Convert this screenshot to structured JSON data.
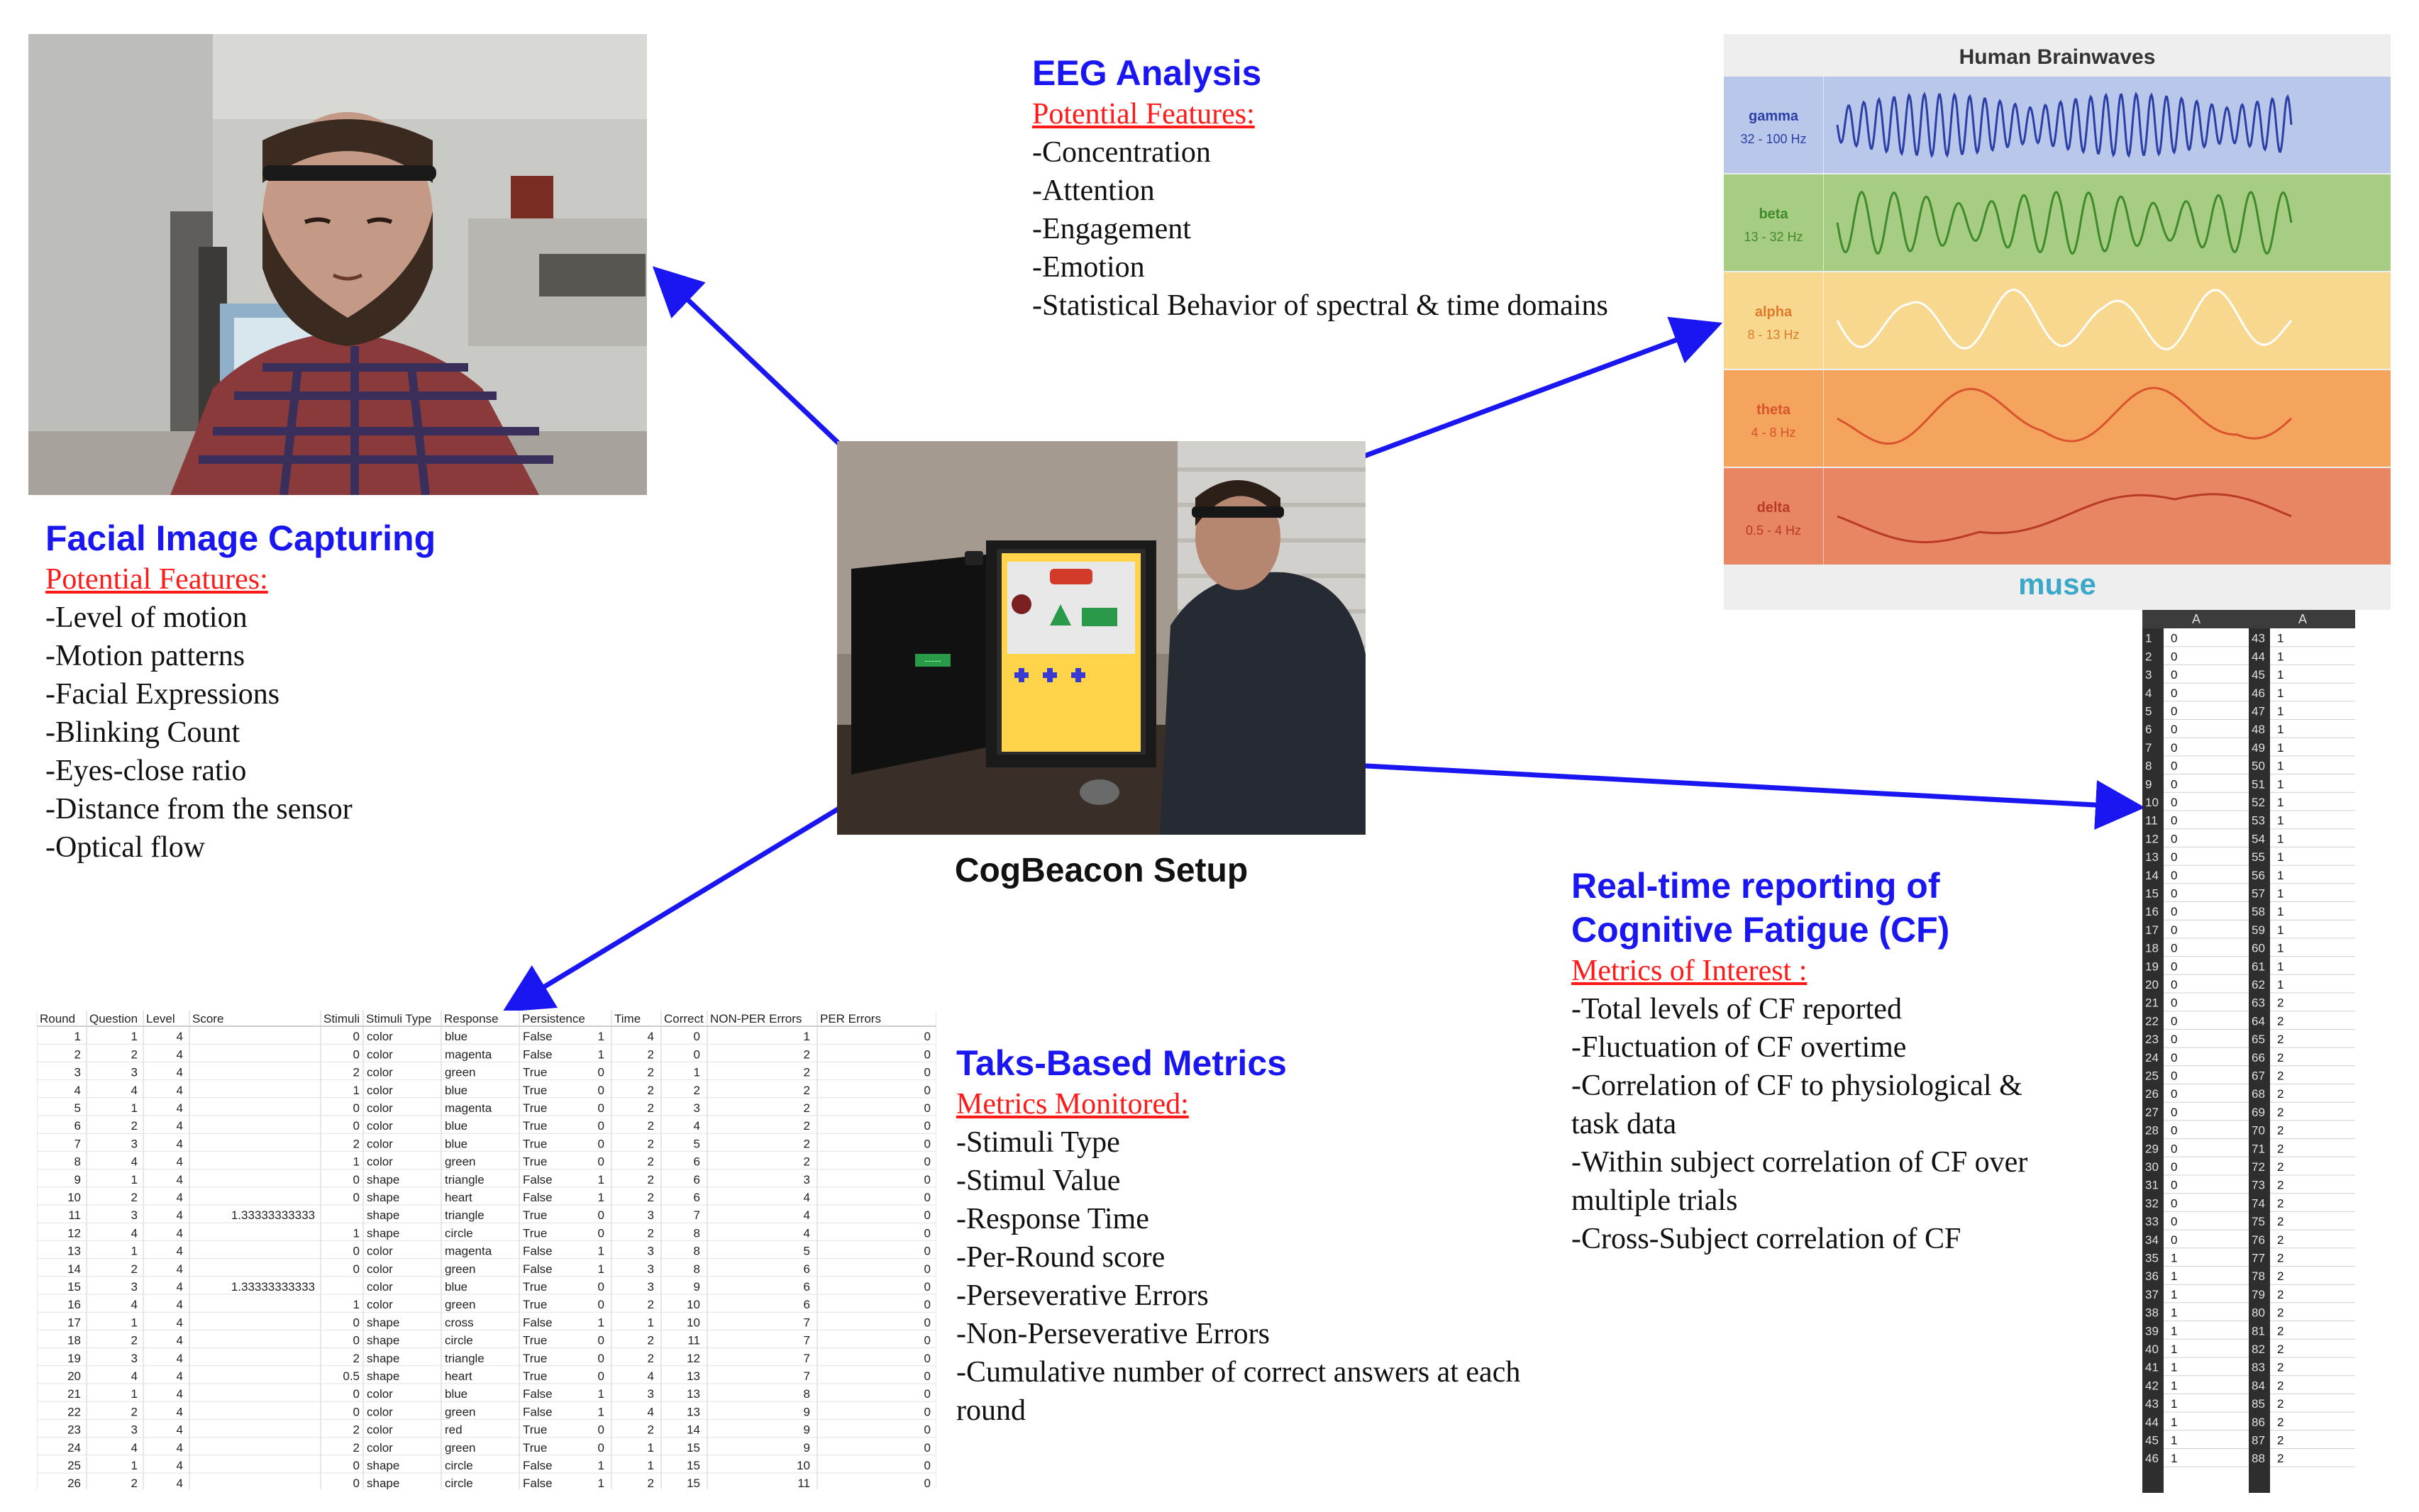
{
  "eeg": {
    "title": "EEG Analysis",
    "subtitle": "Potential Features:",
    "items": [
      "-Concentration",
      "-Attention",
      "-Engagement",
      "-Emotion",
      "-Statistical Behavior of spectral & time domains"
    ]
  },
  "facial": {
    "title": "Facial Image Capturing",
    "subtitle": "Potential Features:",
    "items": [
      "-Level of motion",
      "-Motion patterns",
      "-Facial Expressions",
      "-Blinking Count",
      "-Eyes-close ratio",
      "-Distance from the sensor",
      "-Optical flow"
    ]
  },
  "setup": {
    "caption": "CogBeacon Setup"
  },
  "task": {
    "title": "Taks-Based Metrics",
    "subtitle": "Metrics Monitored:",
    "items": [
      "-Stimuli Type",
      "-Stimul Value",
      "-Response Time",
      "-Per-Round score",
      "-Perseverative Errors",
      "-Non-Perseverative Errors",
      "-Cumulative number of correct answers at each",
      "round"
    ]
  },
  "cf": {
    "title_line1": "Real-time reporting of",
    "title_line2": "Cognitive Fatigue (CF)",
    "subtitle": "Metrics of Interest :",
    "items": [
      "-Total levels of CF reported",
      "-Fluctuation of CF overtime",
      "-Correlation of CF to physiological &",
      "task data",
      "-Within subject correlation of CF over",
      "multiple trials",
      "-Cross-Subject correlation of CF"
    ]
  },
  "brainwaves": {
    "title": "Human Brainwaves",
    "logo": "muse",
    "bands": [
      {
        "name": "gamma",
        "range": "32 - 100 Hz",
        "color": "#b9c8ea",
        "wave": "#2b3fa6",
        "freq": 60
      },
      {
        "name": "beta",
        "range": "13 - 32 Hz",
        "color": "#a7cc83",
        "wave": "#3f8a2a",
        "freq": 28
      },
      {
        "name": "alpha",
        "range": "8 - 13 Hz",
        "color": "#f7d88e",
        "wave": "#ffffff",
        "freq": 9
      },
      {
        "name": "theta",
        "range": "4 - 8 Hz",
        "color": "#f4a45c",
        "wave": "#d9532e",
        "freq": 5
      },
      {
        "name": "delta",
        "range": "0.5 - 4 Hz",
        "color": "#e88563",
        "wave": "#b83a25",
        "freq": 2
      }
    ]
  },
  "task_table": {
    "headers": [
      "Round",
      "Question",
      "Level",
      "Score",
      "Stimuli",
      "Stimuli Type",
      "Response",
      "Persistence",
      "Time",
      "Correct",
      "NON-PER Errors",
      "PER Errors"
    ],
    "rows": [
      [
        "1",
        "1",
        "4",
        "",
        "0",
        "color",
        "blue",
        "False",
        "1",
        "4",
        "0",
        "1",
        "0"
      ],
      [
        "2",
        "2",
        "4",
        "",
        "0",
        "color",
        "magenta",
        "False",
        "1",
        "2",
        "0",
        "2",
        "0"
      ],
      [
        "3",
        "3",
        "4",
        "",
        "2",
        "color",
        "green",
        "True",
        "0",
        "2",
        "1",
        "2",
        "0"
      ],
      [
        "4",
        "4",
        "4",
        "",
        "1",
        "color",
        "blue",
        "True",
        "0",
        "2",
        "2",
        "2",
        "0"
      ],
      [
        "5",
        "1",
        "4",
        "",
        "0",
        "color",
        "magenta",
        "True",
        "0",
        "2",
        "3",
        "2",
        "0"
      ],
      [
        "6",
        "2",
        "4",
        "",
        "0",
        "color",
        "blue",
        "True",
        "0",
        "2",
        "4",
        "2",
        "0"
      ],
      [
        "7",
        "3",
        "4",
        "",
        "2",
        "color",
        "blue",
        "True",
        "0",
        "2",
        "5",
        "2",
        "0"
      ],
      [
        "8",
        "4",
        "4",
        "",
        "1",
        "color",
        "green",
        "True",
        "0",
        "2",
        "6",
        "2",
        "0"
      ],
      [
        "9",
        "1",
        "4",
        "",
        "0",
        "shape",
        "triangle",
        "False",
        "1",
        "2",
        "6",
        "3",
        "0"
      ],
      [
        "10",
        "2",
        "4",
        "",
        "0",
        "shape",
        "heart",
        "False",
        "1",
        "2",
        "6",
        "4",
        "0"
      ],
      [
        "11",
        "3",
        "4",
        "1.33333333333",
        "",
        "shape",
        "triangle",
        "True",
        "0",
        "3",
        "7",
        "4",
        "0"
      ],
      [
        "12",
        "4",
        "4",
        "",
        "1",
        "shape",
        "circle",
        "True",
        "0",
        "2",
        "8",
        "4",
        "0"
      ],
      [
        "13",
        "1",
        "4",
        "",
        "0",
        "color",
        "magenta",
        "False",
        "1",
        "3",
        "8",
        "5",
        "0"
      ],
      [
        "14",
        "2",
        "4",
        "",
        "0",
        "color",
        "green",
        "False",
        "1",
        "3",
        "8",
        "6",
        "0"
      ],
      [
        "15",
        "3",
        "4",
        "1.33333333333",
        "",
        "color",
        "blue",
        "True",
        "0",
        "3",
        "9",
        "6",
        "0"
      ],
      [
        "16",
        "4",
        "4",
        "",
        "1",
        "color",
        "green",
        "True",
        "0",
        "2",
        "10",
        "6",
        "0"
      ],
      [
        "17",
        "1",
        "4",
        "",
        "0",
        "shape",
        "cross",
        "False",
        "1",
        "1",
        "10",
        "7",
        "0"
      ],
      [
        "18",
        "2",
        "4",
        "",
        "0",
        "shape",
        "circle",
        "True",
        "0",
        "2",
        "11",
        "7",
        "0"
      ],
      [
        "19",
        "3",
        "4",
        "",
        "2",
        "shape",
        "triangle",
        "True",
        "0",
        "2",
        "12",
        "7",
        "0"
      ],
      [
        "20",
        "4",
        "4",
        "",
        "0.5",
        "shape",
        "heart",
        "True",
        "0",
        "4",
        "13",
        "7",
        "0"
      ],
      [
        "21",
        "1",
        "4",
        "",
        "0",
        "color",
        "blue",
        "False",
        "1",
        "3",
        "13",
        "8",
        "0"
      ],
      [
        "22",
        "2",
        "4",
        "",
        "0",
        "color",
        "green",
        "False",
        "1",
        "4",
        "13",
        "9",
        "0"
      ],
      [
        "23",
        "3",
        "4",
        "",
        "2",
        "color",
        "red",
        "True",
        "0",
        "2",
        "14",
        "9",
        "0"
      ],
      [
        "24",
        "4",
        "4",
        "",
        "2",
        "color",
        "green",
        "True",
        "0",
        "1",
        "15",
        "9",
        "0"
      ],
      [
        "25",
        "1",
        "4",
        "",
        "0",
        "shape",
        "circle",
        "False",
        "1",
        "1",
        "15",
        "10",
        "0"
      ],
      [
        "26",
        "2",
        "4",
        "",
        "0",
        "shape",
        "circle",
        "False",
        "1",
        "2",
        "15",
        "11",
        "0"
      ]
    ]
  },
  "cf_sheet": {
    "header": "A",
    "left_values": [
      "0",
      "0",
      "0",
      "0",
      "0",
      "0",
      "0",
      "0",
      "0",
      "0",
      "0",
      "0",
      "0",
      "0",
      "0",
      "0",
      "0",
      "0",
      "0",
      "0",
      "0",
      "0",
      "0",
      "0",
      "0",
      "0",
      "0",
      "0",
      "0",
      "0",
      "0",
      "0",
      "0",
      "0",
      "1",
      "1",
      "1",
      "1",
      "1",
      "1",
      "1",
      "1",
      "1",
      "1",
      "1",
      "1"
    ],
    "right_values": [
      "1",
      "1",
      "1",
      "1",
      "1",
      "1",
      "1",
      "1",
      "1",
      "1",
      "1",
      "1",
      "1",
      "1",
      "1",
      "1",
      "1",
      "1",
      "1",
      "1",
      "2",
      "2",
      "2",
      "2",
      "2",
      "2",
      "2",
      "2",
      "2",
      "2",
      "2",
      "2",
      "2",
      "2",
      "2",
      "2",
      "2",
      "2",
      "2",
      "2",
      "2",
      "2",
      "2",
      "2",
      "2",
      "2"
    ]
  },
  "ui_screen": {
    "counter": "-----"
  }
}
